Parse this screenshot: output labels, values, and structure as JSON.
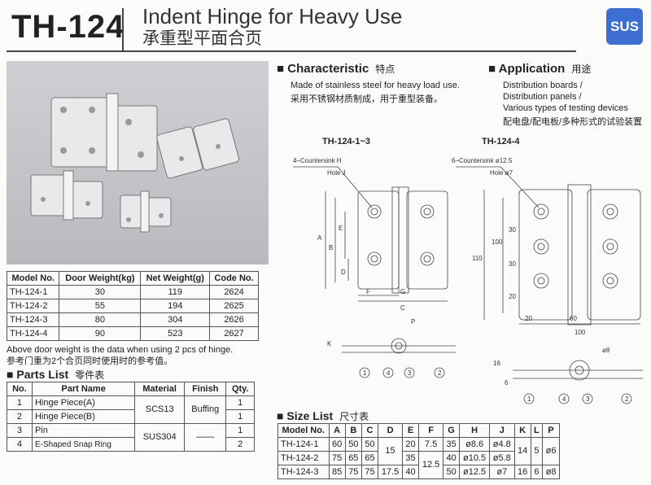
{
  "header": {
    "model": "TH-124",
    "title_en": "Indent Hinge for Heavy Use",
    "title_cn": "承重型平面合页",
    "badge": "SUS",
    "badge_color": "#3c6fd0"
  },
  "weights": {
    "headers": [
      "Model No.",
      "Door Weight(kg)",
      "Net Weight(g)",
      "Code No."
    ],
    "rows": [
      [
        "TH-124-1",
        "30",
        "119",
        "2624"
      ],
      [
        "TH-124-2",
        "55",
        "194",
        "2625"
      ],
      [
        "TH-124-3",
        "80",
        "304",
        "2626"
      ],
      [
        "TH-124-4",
        "90",
        "523",
        "2627"
      ]
    ],
    "note_en": "Above door weight is the data when using 2 pcs of hinge.",
    "note_cn": "参考门重为2个合页同时使用时的参考值。"
  },
  "parts": {
    "title": "Parts List",
    "title_cn": "零件表",
    "headers": [
      "No.",
      "Part Name",
      "Material",
      "Finish",
      "Qty."
    ],
    "rows": [
      {
        "no": "1",
        "name": "Hinge Piece(A)",
        "qty": "1"
      },
      {
        "no": "2",
        "name": "Hinge Piece(B)",
        "qty": "1"
      },
      {
        "no": "3",
        "name": "Pin",
        "qty": "1"
      },
      {
        "no": "4",
        "name": "E-Shaped Snap Ring",
        "qty": "2"
      }
    ],
    "materials": [
      "SCS13",
      "SUS304"
    ],
    "finishes": [
      "Buffing",
      "——"
    ]
  },
  "characteristic": {
    "title": "Characteristic",
    "title_cn": "特点",
    "en": "Made of stainless steel for heavy load use.",
    "cn": "采用不锈钢材质制成，用于重型装备。"
  },
  "application": {
    "title": "Application",
    "title_cn": "用途",
    "lines": [
      "Distribution boards /",
      "Distribution panels /",
      "Various types of testing devices",
      "配电盘/配电板/多种形式的试验装置"
    ]
  },
  "drawing1": {
    "title": "TH-124-1~3",
    "note1": "4–Countersink H",
    "note2": "Hole J",
    "dims": [
      "A",
      "B",
      "E",
      "D",
      "F",
      "G",
      "C",
      "K",
      "P"
    ],
    "callouts": [
      "1",
      "4",
      "3",
      "2"
    ]
  },
  "drawing2": {
    "title": "TH-124-4",
    "note1": "6–Countersink ø12.5",
    "note2": "Hole ø7",
    "dims": [
      "110",
      "100",
      "30",
      "30",
      "20",
      "20",
      "60",
      "100",
      "16",
      "6",
      "ø8"
    ],
    "callouts": [
      "1",
      "4",
      "3",
      "2"
    ]
  },
  "sizes": {
    "title": "Size List",
    "title_cn": "尺寸表",
    "headers": [
      "Model No.",
      "A",
      "B",
      "C",
      "D",
      "E",
      "F",
      "G",
      "H",
      "J",
      "K",
      "L",
      "P"
    ],
    "rows": [
      {
        "m": "TH-124-1",
        "a": "60",
        "b": "50",
        "c": "50",
        "e": "20",
        "f": "7.5",
        "g": "35",
        "h": "ø8.6",
        "j": "ø4.8"
      },
      {
        "m": "TH-124-2",
        "a": "75",
        "b": "65",
        "c": "65",
        "e": "35",
        "g": "40",
        "h": "ø10.5",
        "j": "ø5.8"
      },
      {
        "m": "TH-124-3",
        "a": "85",
        "b": "75",
        "c": "75",
        "d": "17.5",
        "e": "40",
        "g": "50",
        "h": "ø12.5",
        "j": "ø7",
        "k": "16",
        "l": "6",
        "p": "ø8"
      }
    ],
    "merged": {
      "d12": "15",
      "f23": "12.5",
      "k12": "14",
      "l12": "5",
      "p12": "ø6"
    }
  }
}
